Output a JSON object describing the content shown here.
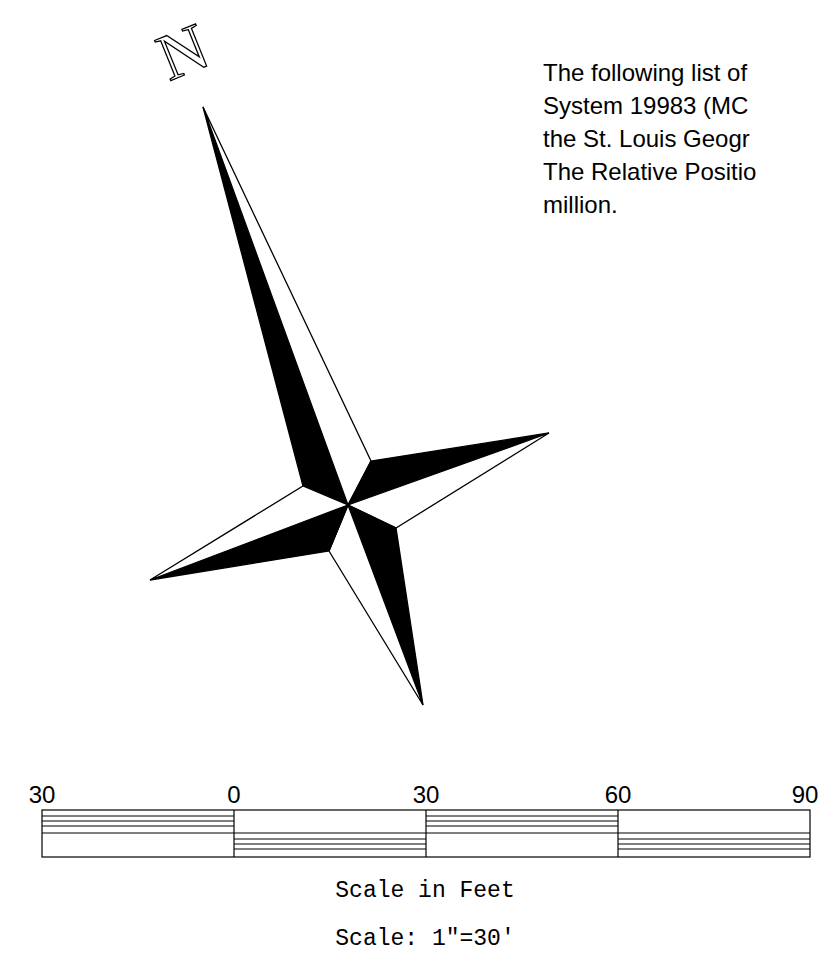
{
  "diagram": {
    "labels": [
      "N",
      "The following list of",
      "System 19983 (MC",
      "the St. Louis Geogr",
      "The Relative Positio",
      "million.",
      "30",
      "0",
      "30",
      "60",
      "90",
      "Scale in Feet",
      "Scale: 1\"=30'"
    ]
  }
}
